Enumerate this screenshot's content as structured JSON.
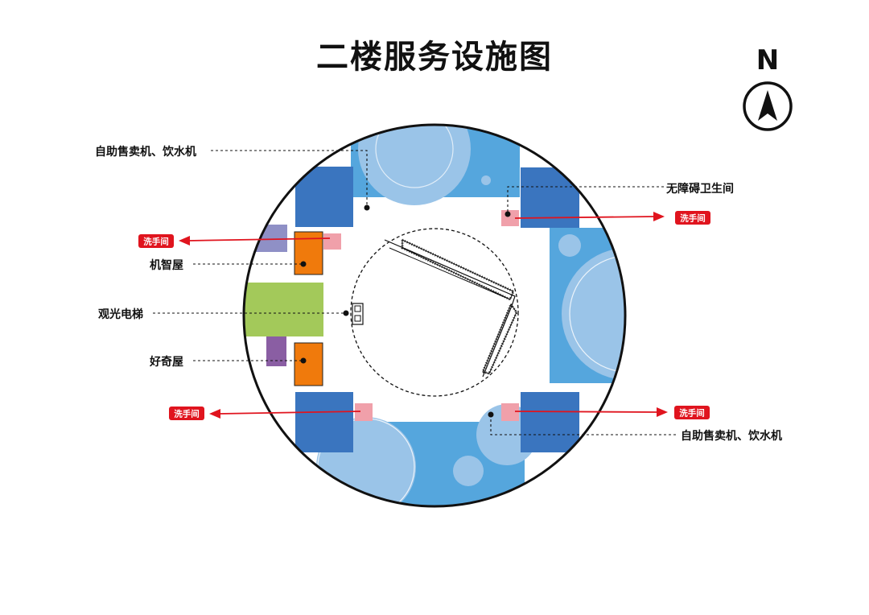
{
  "title": "二楼服务设施图",
  "compass": {
    "letter": "N"
  },
  "labels": {
    "vending_top": "自助售卖机、饮水机",
    "vending_bottom": "自助售卖机、饮水机",
    "accessible_wc": "无障碍卫生间",
    "robot_house": "机智屋",
    "elevator": "观光电梯",
    "curiosity_house": "好奇屋"
  },
  "restroom_badges": [
    "洗手间",
    "洗手间",
    "洗手间",
    "洗手间"
  ],
  "colors": {
    "red": "#e0141e",
    "orange": "#f07a0c",
    "green": "#a3c95a",
    "dark_blue": "#3a75bf",
    "mid_blue": "#55a6dd",
    "light_blue": "#9ac4e8",
    "pink": "#f0a0aa",
    "purple_light": "#8f90c6",
    "purple": "#8a5ea3"
  }
}
